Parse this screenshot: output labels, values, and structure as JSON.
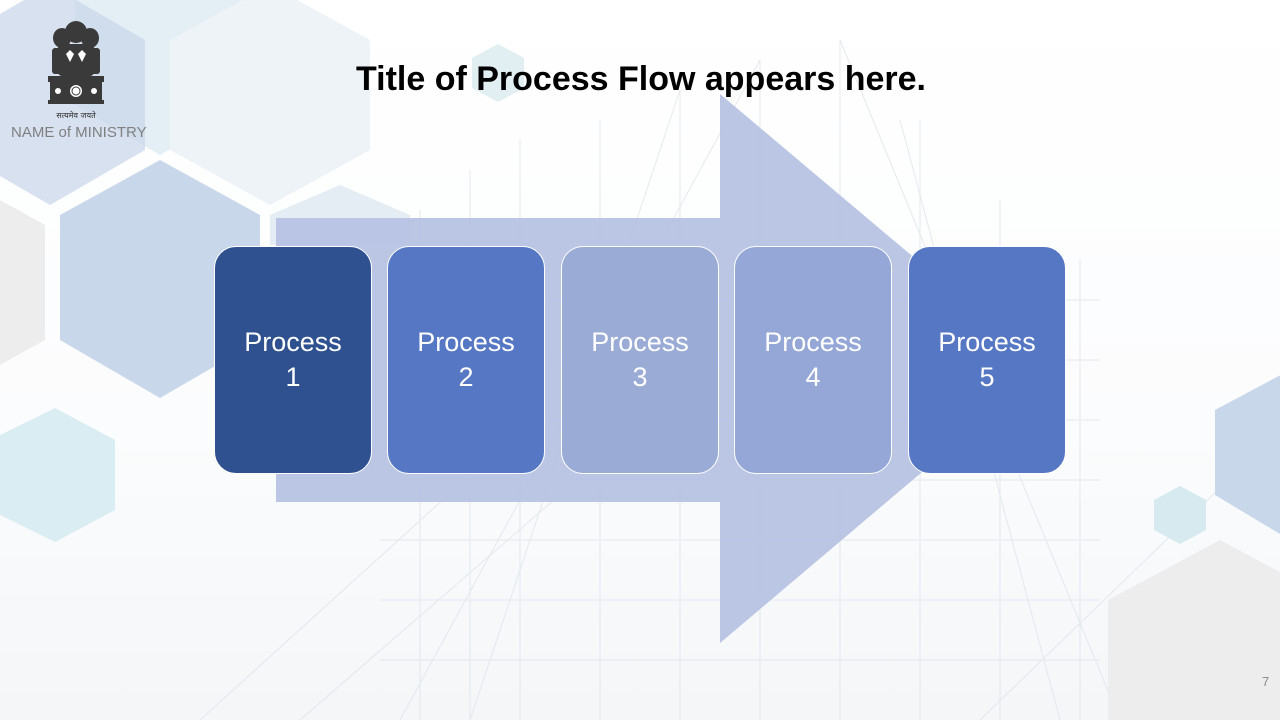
{
  "header": {
    "motto": "सत्यमेव जयते",
    "ministry_name": "NAME of MINISTRY"
  },
  "title": "Title of Process Flow appears here.",
  "process_flow": {
    "steps": [
      {
        "label": "Process",
        "number": "1",
        "color": "#2f5190"
      },
      {
        "label": "Process",
        "number": "2",
        "color": "#5677c3"
      },
      {
        "label": "Process",
        "number": "3",
        "color": "#9aabd6"
      },
      {
        "label": "Process",
        "number": "4",
        "color": "#94a7d6"
      },
      {
        "label": "Process",
        "number": "5",
        "color": "#5677c3"
      }
    ],
    "arrow_color": "#b7c2e3"
  },
  "footer": {
    "page_number": "7"
  },
  "colors": {
    "hex_light_blue": "#c9d7ea",
    "hex_pale_blue": "#e3eef5",
    "hex_gray": "#ededed"
  }
}
